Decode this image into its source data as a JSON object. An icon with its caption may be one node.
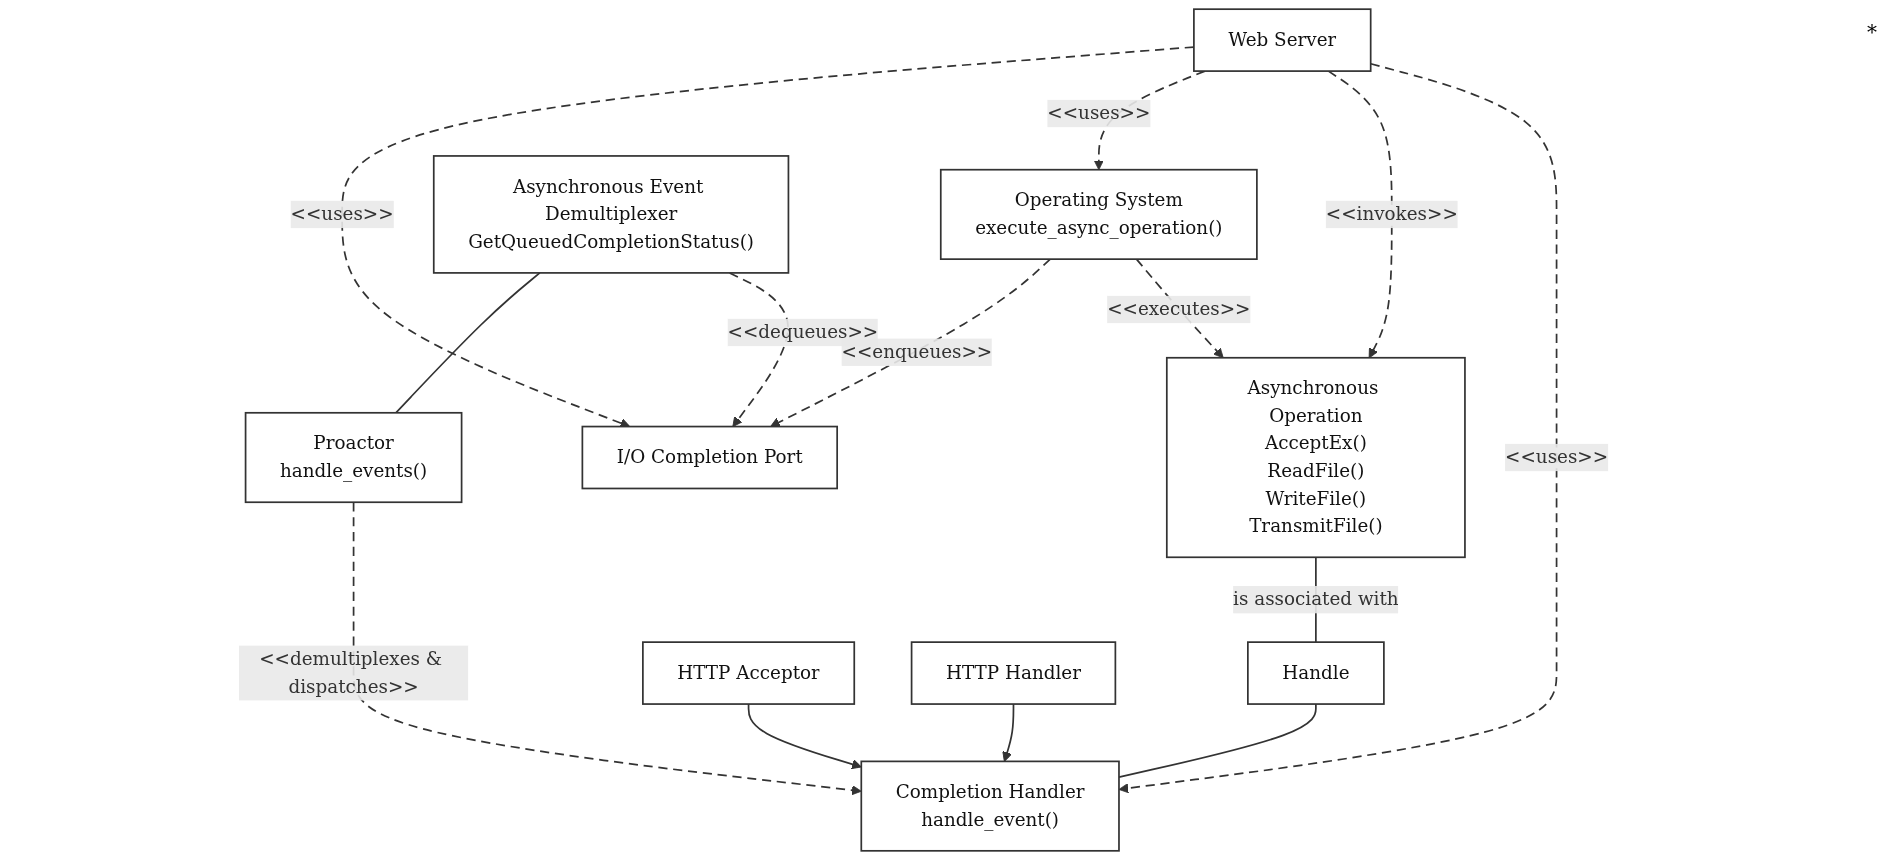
{
  "diagram": {
    "nodes": [
      {
        "text": [
          "Web Server"
        ]
      },
      {
        "text": [
          "Operating System",
          "execute_async_operation()"
        ]
      },
      {
        "text": [
          "Asynchronous Operation",
          "AcceptEx()",
          "ReadFile()",
          "WriteFile()",
          "TransmitFile()"
        ]
      },
      {
        "text": [
          "Handle"
        ]
      },
      {
        "text": [
          "Completion Handler",
          "handle_event()"
        ]
      },
      {
        "text": [
          "I/O Completion Port"
        ]
      },
      {
        "text": [
          "Asynchronous Event Demultiplexer",
          "GetQueuedCompletionStatus()"
        ]
      },
      {
        "text": [
          "Proactor",
          "handle_events()"
        ]
      },
      {
        "text": [
          "HTTP Acceptor"
        ]
      },
      {
        "text": [
          "HTTP Handler"
        ]
      }
    ],
    "edges": [
      {
        "from": 0,
        "to": 5,
        "arrow": "to",
        "style": "dashed",
        "label": "<<uses>>"
      },
      {
        "from": 0,
        "to": 1,
        "arrow": "to",
        "style": "dashed",
        "label": "<<uses>>"
      },
      {
        "from": 0,
        "to": 2,
        "arrow": "to",
        "style": "dashed",
        "label": "<<invokes>>"
      },
      {
        "from": 0,
        "to": 4,
        "arrow": "to",
        "style": "dashed",
        "label": "<<uses>>"
      },
      {
        "from": 2,
        "to": 3,
        "arrow": "none",
        "label": "is associated with"
      },
      {
        "from": 3,
        "to": 4,
        "arrow": "none"
      },
      {
        "from": 1,
        "to": 5,
        "arrow": "to",
        "style": "dashed",
        "label": "<<enqueues>>"
      },
      {
        "from": 1,
        "to": 2,
        "arrow": "to",
        "style": "dashed",
        "label": "<<executes>>"
      },
      {
        "from": 7,
        "to": 4,
        "arrow": "to",
        "style": "dashed",
        "label": "<<demultiplexes & dispatches>>"
      },
      {
        "from": 8,
        "to": 4,
        "arrow": "to"
      },
      {
        "from": 9,
        "to": 4,
        "arrow": "to"
      },
      {
        "from": 6,
        "to": 7,
        "arrow": "none"
      },
      {
        "from": 6,
        "to": 5,
        "arrow": "to",
        "style": "dashed",
        "label": "<<dequeues>>"
      }
    ],
    "labels": [
      "*"
    ]
  }
}
